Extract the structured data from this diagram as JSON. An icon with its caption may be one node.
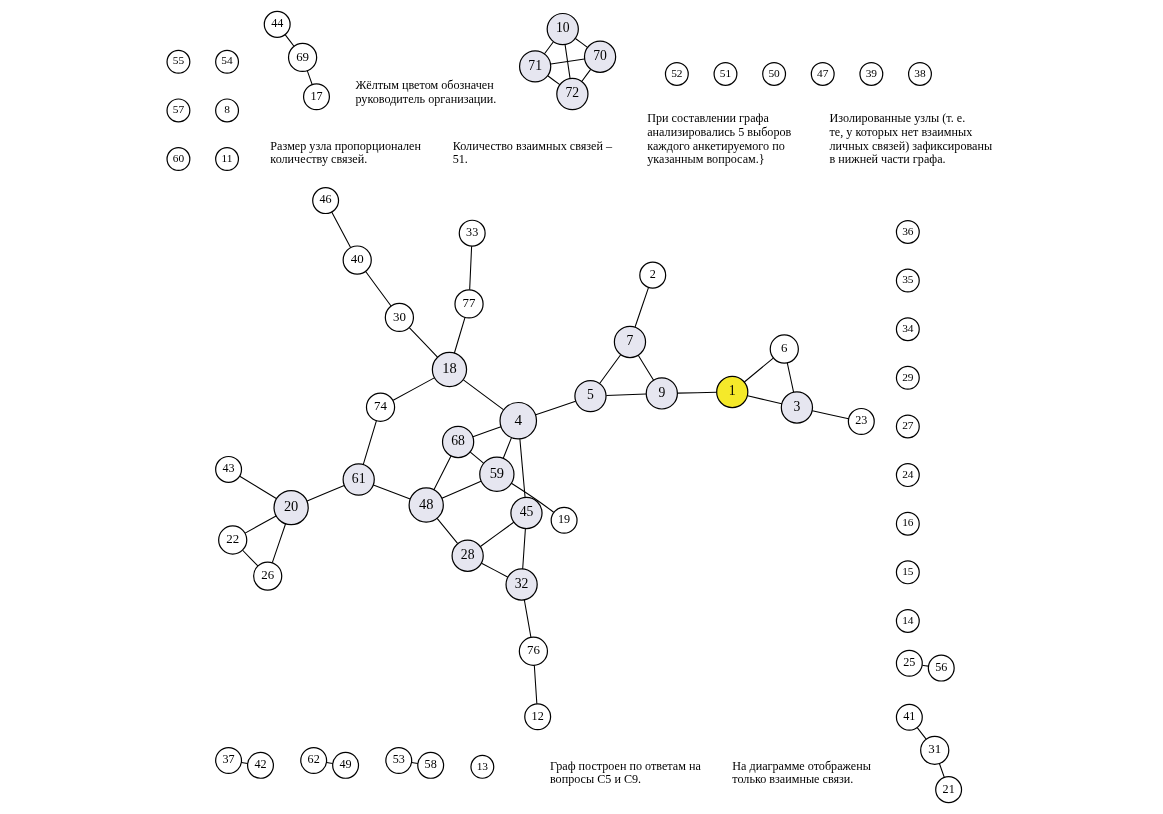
{
  "diagram": {
    "nodes": [
      {
        "text": [
          "22"
        ]
      },
      {
        "text": [
          "20"
        ]
      },
      {
        "text": [
          "26"
        ]
      },
      {
        "text": [
          "43"
        ]
      },
      {
        "text": [
          "61"
        ]
      },
      {
        "text": [
          "48"
        ]
      },
      {
        "text": [
          "28"
        ]
      },
      {
        "text": [
          "19"
        ]
      },
      {
        "text": [
          "59"
        ]
      },
      {
        "text": [
          "68"
        ]
      },
      {
        "text": [
          "74"
        ]
      },
      {
        "text": [
          "30"
        ]
      },
      {
        "text": [
          "46"
        ]
      },
      {
        "text": [
          "18"
        ]
      },
      {
        "text": [
          "4"
        ]
      },
      {
        "text": [
          "45"
        ]
      },
      {
        "text": [
          "32"
        ]
      },
      {
        "text": [
          "40"
        ]
      },
      {
        "text": [
          "77"
        ]
      },
      {
        "text": [
          "5"
        ]
      },
      {
        "text": [
          "2"
        ]
      },
      {
        "text": [
          "12"
        ]
      },
      {
        "text": [
          "76"
        ]
      },
      {
        "text": [
          "33"
        ]
      },
      {
        "text": [
          "9"
        ]
      },
      {
        "text": [
          "7"
        ]
      },
      {
        "text": [
          "37"
        ]
      },
      {
        "text": [
          "42"
        ]
      },
      {
        "text": [
          "71"
        ]
      },
      {
        "text": [
          "70"
        ]
      },
      {
        "text": [
          "62"
        ]
      },
      {
        "text": [
          "49"
        ]
      },
      {
        "text": [
          "1"
        ]
      },
      {
        "text": [
          "6"
        ]
      },
      {
        "text": [
          "53"
        ]
      },
      {
        "text": [
          "58"
        ]
      },
      {
        "text": [
          "25"
        ]
      },
      {
        "text": [
          "56"
        ]
      },
      {
        "text": [
          "72"
        ]
      },
      {
        "text": [
          "10"
        ]
      },
      {
        "text": [
          "23"
        ]
      },
      {
        "text": [
          "3"
        ]
      },
      {
        "text": [
          "44"
        ]
      },
      {
        "text": [
          "69"
        ]
      },
      {
        "text": [
          "41"
        ]
      },
      {
        "text": [
          "17"
        ]
      },
      {
        "text": [
          "31"
        ]
      },
      {
        "text": [
          "21"
        ]
      },
      {
        "text": [
          "8"
        ]
      },
      {
        "text": [
          "11"
        ]
      },
      {
        "text": [
          "13"
        ]
      },
      {
        "text": [
          "14"
        ]
      },
      {
        "text": [
          "15"
        ]
      },
      {
        "text": [
          "16"
        ]
      },
      {
        "text": [
          "24"
        ]
      },
      {
        "text": [
          "27"
        ]
      },
      {
        "text": [
          "29"
        ]
      },
      {
        "text": [
          "34"
        ]
      },
      {
        "text": [
          "35"
        ]
      },
      {
        "text": [
          "36"
        ]
      },
      {
        "text": [
          "38"
        ]
      },
      {
        "text": [
          "39"
        ]
      },
      {
        "text": [
          "47"
        ]
      },
      {
        "text": [
          "50"
        ]
      },
      {
        "text": [
          "51"
        ]
      },
      {
        "text": [
          "52"
        ]
      },
      {
        "text": [
          "54"
        ]
      },
      {
        "text": [
          "55"
        ]
      },
      {
        "text": [
          "57"
        ]
      },
      {
        "text": [
          "60"
        ]
      }
    ],
    "edges": [
      {
        "from": 0,
        "to": 1,
        "arrow": "none"
      },
      {
        "from": 0,
        "to": 2,
        "arrow": "none"
      },
      {
        "from": 2,
        "to": 1,
        "arrow": "none"
      },
      {
        "from": 1,
        "to": 3,
        "arrow": "none"
      },
      {
        "from": 1,
        "to": 4,
        "arrow": "none"
      },
      {
        "from": 4,
        "to": 5,
        "arrow": "none"
      },
      {
        "from": 4,
        "to": 10,
        "arrow": "none"
      },
      {
        "from": 5,
        "to": 6,
        "arrow": "none"
      },
      {
        "from": 5,
        "to": 8,
        "arrow": "none"
      },
      {
        "from": 5,
        "to": 9,
        "arrow": "none"
      },
      {
        "from": 7,
        "to": 8,
        "arrow": "none"
      },
      {
        "from": 8,
        "to": 9,
        "arrow": "none"
      },
      {
        "from": 8,
        "to": 14,
        "arrow": "none"
      },
      {
        "from": 9,
        "to": 14,
        "arrow": "none"
      },
      {
        "from": 10,
        "to": 13,
        "arrow": "none"
      },
      {
        "from": 11,
        "to": 13,
        "arrow": "none"
      },
      {
        "from": 11,
        "to": 17,
        "arrow": "none"
      },
      {
        "from": 12,
        "to": 17,
        "arrow": "none"
      },
      {
        "from": 13,
        "to": 14,
        "arrow": "none"
      },
      {
        "from": 13,
        "to": 18,
        "arrow": "none"
      },
      {
        "from": 18,
        "to": 23,
        "arrow": "none"
      },
      {
        "from": 14,
        "to": 15,
        "arrow": "none"
      },
      {
        "from": 14,
        "to": 19,
        "arrow": "none"
      },
      {
        "from": 6,
        "to": 15,
        "arrow": "none"
      },
      {
        "from": 6,
        "to": 16,
        "arrow": "none"
      },
      {
        "from": 15,
        "to": 16,
        "arrow": "none"
      },
      {
        "from": 16,
        "to": 22,
        "arrow": "none"
      },
      {
        "from": 21,
        "to": 22,
        "arrow": "none"
      },
      {
        "from": 19,
        "to": 24,
        "arrow": "none"
      },
      {
        "from": 19,
        "to": 25,
        "arrow": "none"
      },
      {
        "from": 20,
        "to": 25,
        "arrow": "none"
      },
      {
        "from": 24,
        "to": 25,
        "arrow": "none"
      },
      {
        "from": 24,
        "to": 32,
        "arrow": "none"
      },
      {
        "from": 26,
        "to": 27,
        "arrow": "none"
      },
      {
        "from": 28,
        "to": 29,
        "arrow": "none"
      },
      {
        "from": 28,
        "to": 38,
        "arrow": "none"
      },
      {
        "from": 28,
        "to": 39,
        "arrow": "none"
      },
      {
        "from": 29,
        "to": 38,
        "arrow": "none"
      },
      {
        "from": 29,
        "to": 39,
        "arrow": "none"
      },
      {
        "from": 38,
        "to": 39,
        "arrow": "none"
      },
      {
        "from": 30,
        "to": 31,
        "arrow": "none"
      },
      {
        "from": 33,
        "to": 32,
        "arrow": "none"
      },
      {
        "from": 33,
        "to": 41,
        "arrow": "none"
      },
      {
        "from": 32,
        "to": 41,
        "arrow": "none"
      },
      {
        "from": 34,
        "to": 35,
        "arrow": "none"
      },
      {
        "from": 36,
        "to": 37,
        "arrow": "none"
      },
      {
        "from": 40,
        "to": 41,
        "arrow": "none"
      },
      {
        "from": 45,
        "to": 43,
        "arrow": "none"
      },
      {
        "from": 43,
        "to": 42,
        "arrow": "none"
      },
      {
        "from": 47,
        "to": 46,
        "arrow": "none"
      },
      {
        "from": 46,
        "to": 44,
        "arrow": "none"
      }
    ],
    "labels": [
      "Количество взаимных связей – 51.",
      "Граф построен по ответам на вопросы С5 и С9.",
      "При составлении графа анализировались 5 выборов каждого анкетируемого по указанным вопросам.}",
      "На диаграмме отображены только взаимные связи.",
      "Размер узла пропорционален количеству связей.",
      "Жёлтым цветом обозначен руководитель организации.",
      "Изолированные узлы (т. е. те, у которых нет взаимных личных связей) зафиксированы в нижней части графа."
    ]
  }
}
